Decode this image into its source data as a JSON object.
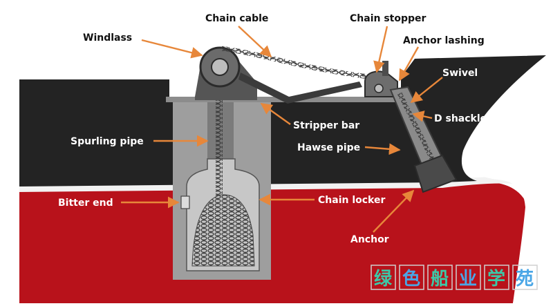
{
  "labels": {
    "chain_cable": "Chain cable",
    "chain_stopper": "Chain stopper",
    "windlass": "Windlass",
    "anchor_lashing": "Anchor lashing",
    "swivel": "Swivel",
    "d_shackle": "D shackle",
    "stripper_bar": "Stripper bar",
    "spurling_pipe": "Spurling pipe",
    "hawse_pipe": "Hawse pipe",
    "bitter_end": "Bitter end",
    "chain_locker": "Chain locker",
    "anchor": "Anchor"
  },
  "watermark": {
    "chars": [
      "绿",
      "色",
      "船",
      "业",
      "学",
      "苑"
    ],
    "colors": [
      "#3cc9a8",
      "#4aa6e6",
      "#3cc9a8",
      "#4aa6e6",
      "#3cc9a8",
      "#4aa6e6"
    ]
  },
  "colors": {
    "deck_dark": "#232323",
    "hull_red": "#b8121b",
    "locker_grey": "#a9a9a9",
    "label_arrow": "#e7873a"
  }
}
